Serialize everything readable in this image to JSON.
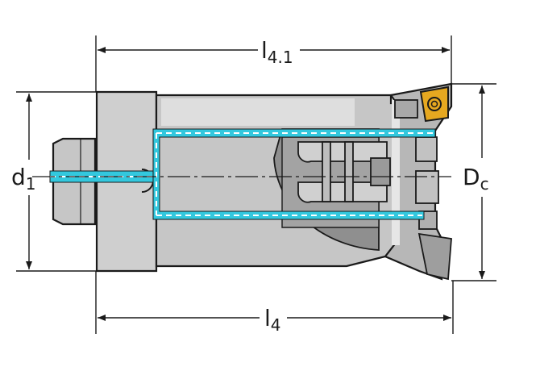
{
  "dimensions": {
    "l41": {
      "base": "l",
      "sub": "4.1"
    },
    "l4": {
      "base": "l",
      "sub": "4"
    },
    "d1": {
      "base": "d",
      "sub": "1"
    },
    "dc": {
      "base": "D",
      "sub": "c"
    }
  },
  "colors": {
    "body_gray": "#c6c6c6",
    "body_light": "#dedede",
    "body_dark": "#8f8f8f",
    "outline": "#1a1a1a",
    "coolant": "#33c8de",
    "insert": "#e6a820"
  }
}
